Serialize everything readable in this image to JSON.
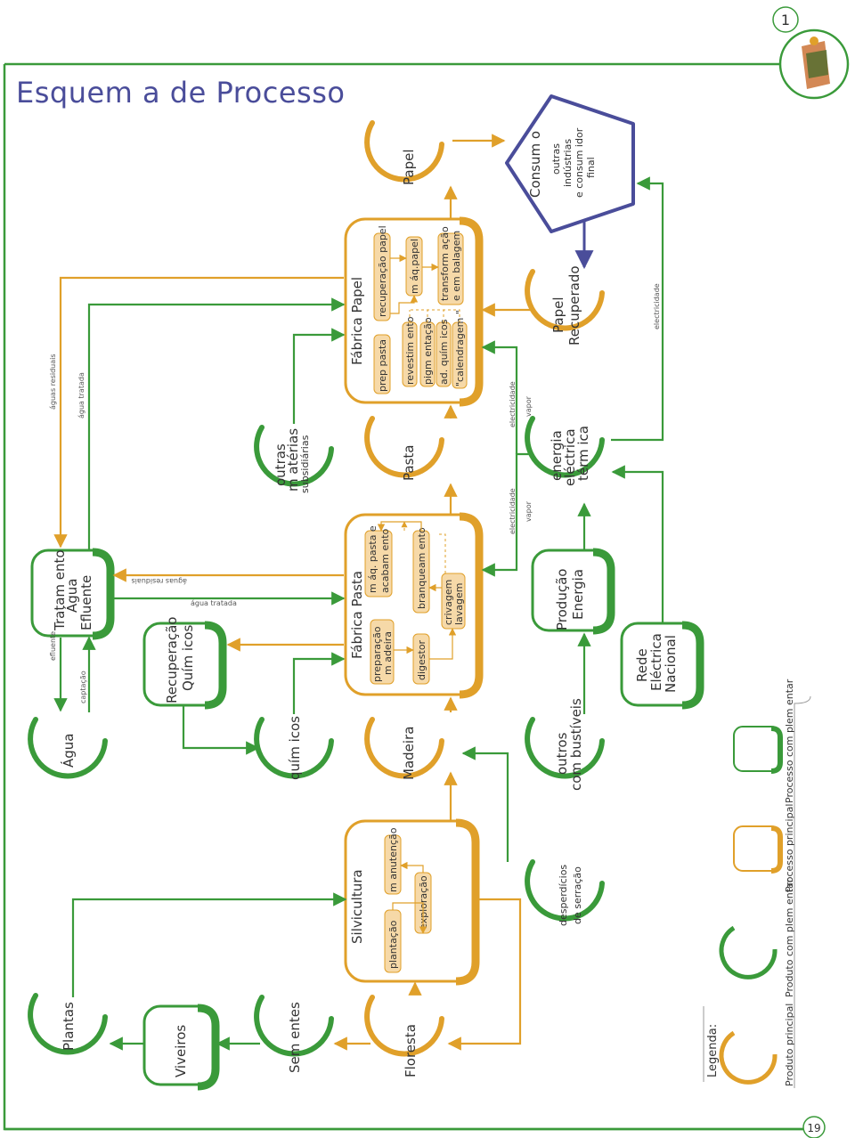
{
  "page": {
    "title": "Esquem a de Processo",
    "page_number_top": "1",
    "page_number_bottom": "19"
  },
  "colors": {
    "green": "#3a9a3a",
    "orange": "#e0a02a",
    "orange_fill": "#f6d9a8",
    "purple": "#4a4d9a",
    "frame": "#3a9a3a"
  },
  "products": {
    "plantas": "Plantas",
    "viveiros": "Viveiros",
    "sementes": "Sem entes",
    "floresta": "Floresta",
    "agua": "Água",
    "quimicos": "quím icos",
    "madeira": "Madeira",
    "outros_combustiveis": [
      "outros",
      "com bustíveis"
    ],
    "desperdicios": [
      "desperdícios",
      "de serração"
    ],
    "outras_materias": [
      "outras",
      "m atérias",
      "subsidiárias"
    ],
    "pasta": "Pasta",
    "papel": "Papel",
    "energia": [
      "energia",
      "eléctrica",
      "térm ica"
    ],
    "papel_recuperado": [
      "Papel",
      "Recuperado"
    ]
  },
  "processes": {
    "tratamento": [
      "Tratam ento",
      "Água",
      "Efluente"
    ],
    "recuperacao": [
      "Recuperação",
      "Quím icos"
    ],
    "producao_energia": [
      "Produção",
      "Energia"
    ],
    "rede": [
      "Rede",
      "Eléctrica",
      "Nacional"
    ],
    "silvicultura": {
      "title": "Silvicultura",
      "steps": {
        "plantacao": "plantação",
        "exploracao": "exploração",
        "manutencao": "m anutenção"
      }
    },
    "fabrica_pasta": {
      "title": "Fábrica Pasta",
      "steps": {
        "preparacao": [
          "preparação",
          "m adeira"
        ],
        "digestor": "digestor",
        "crivagem": [
          "crivagem",
          "lavagem"
        ],
        "branqueamento": "branqueam ento",
        "maq_pasta": [
          "m áq. pasta e",
          "acabam ento"
        ]
      }
    },
    "fabrica_papel": {
      "title": "Fábrica Papel",
      "steps": {
        "prep_pasta": "prep pasta",
        "revestimento": "revestim ento",
        "pigmentacao": "pigm entação",
        "ad_quimicos": "ad. quím icos",
        "calendragem": "\"calendragem \"",
        "recuperacao_papel": "recuperação papel",
        "maq_papel": "m áq.papel",
        "transformacao": [
          "transform ação",
          "e em balagem"
        ]
      }
    },
    "consumo": {
      "title": "Consum o",
      "lines": [
        "outras",
        "indústrias",
        "e consum idor",
        "final"
      ]
    }
  },
  "flow_labels": {
    "aguas_residuais": "águas residuais",
    "agua_tratada": "água tratada",
    "efluente": "efluente",
    "captacao": "captação",
    "electricidade": "electricidade",
    "vapor": "vapor"
  },
  "legend": {
    "title": "Legenda:",
    "items": [
      "Produto principal",
      "Produto com plem entar",
      "Processo principal",
      "Processo com plem entar"
    ]
  }
}
